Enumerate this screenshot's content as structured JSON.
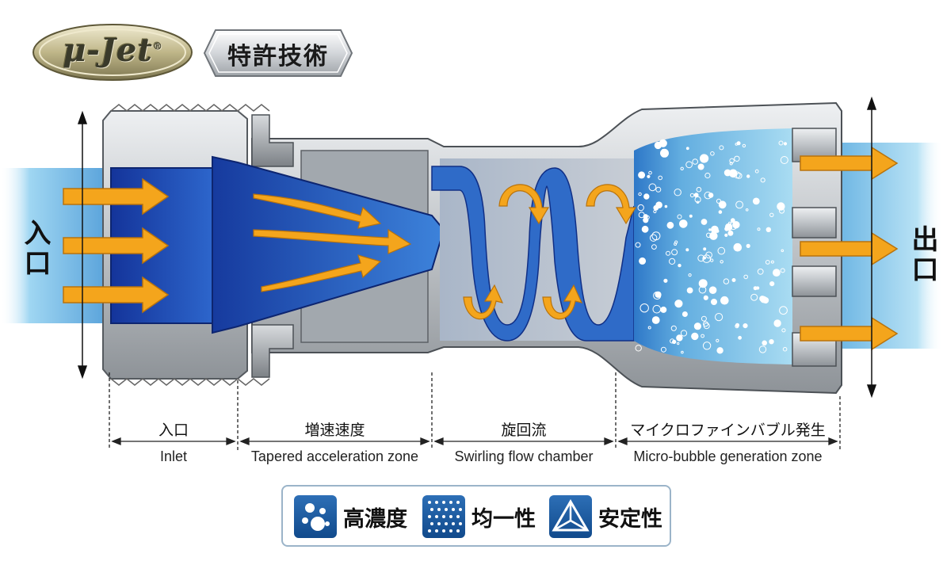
{
  "header": {
    "logo_text": "μ-Jet",
    "logo_mark": "®",
    "badge_label": "特許技術"
  },
  "side_labels": {
    "inlet": "入口",
    "outlet": "出口"
  },
  "zones": [
    {
      "jp": "入口",
      "en": "Inlet"
    },
    {
      "jp": "増速速度",
      "en": "Tapered acceleration zone"
    },
    {
      "jp": "旋回流",
      "en": "Swirling flow chamber"
    },
    {
      "jp": "マイクロファインバブル発生",
      "en": "Micro-bubble generation zone"
    }
  ],
  "legend": [
    {
      "label": "高濃度",
      "icon": "high-concentration-icon"
    },
    {
      "label": "均一性",
      "icon": "uniformity-icon"
    },
    {
      "label": "安定性",
      "icon": "stability-icon"
    }
  ],
  "colors": {
    "water_blue": "#1f4fb3",
    "light_blue": "#8fd0ef",
    "metal": "#b8bcc0",
    "arrow_orange": "#f4a51c",
    "icon_blue": "#1d5ea3"
  }
}
